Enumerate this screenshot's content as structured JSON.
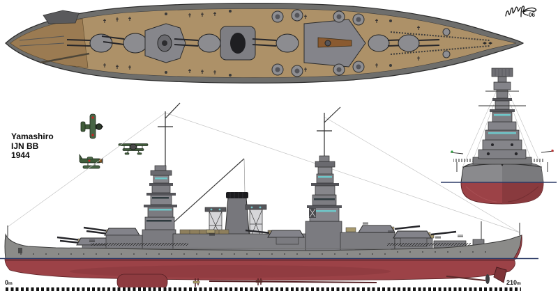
{
  "title": {
    "name": "Yamashiro",
    "class_line": "IJN BB",
    "year_line": "1944"
  },
  "signature": {
    "year": "06"
  },
  "scale_ruler": {
    "start_value": "0",
    "start_unit": "m",
    "end_value": "210",
    "end_unit": "m"
  },
  "colors": {
    "deck_tan": "#ad9168",
    "deck_brown": "#9b7b52",
    "hull_gray": "#8a8a88",
    "structure_gray": "#7d7d82",
    "outline_dark": "#2f2f2f",
    "hull_red": "#9c4247",
    "hull_red_dark": "#7e3338",
    "waterline_blue": "#2c3a66",
    "aircraft_green": "#3f5b39",
    "window_cyan": "#6fc7c9",
    "hinomaru_red": "#cc2222"
  },
  "views": {
    "plan": "top-plan-view",
    "profile": "side-profile-view",
    "bow": "bow-front-view"
  },
  "aircraft": [
    "floatplane-top-view",
    "biplane-front-view",
    "floatplane-side-view"
  ]
}
